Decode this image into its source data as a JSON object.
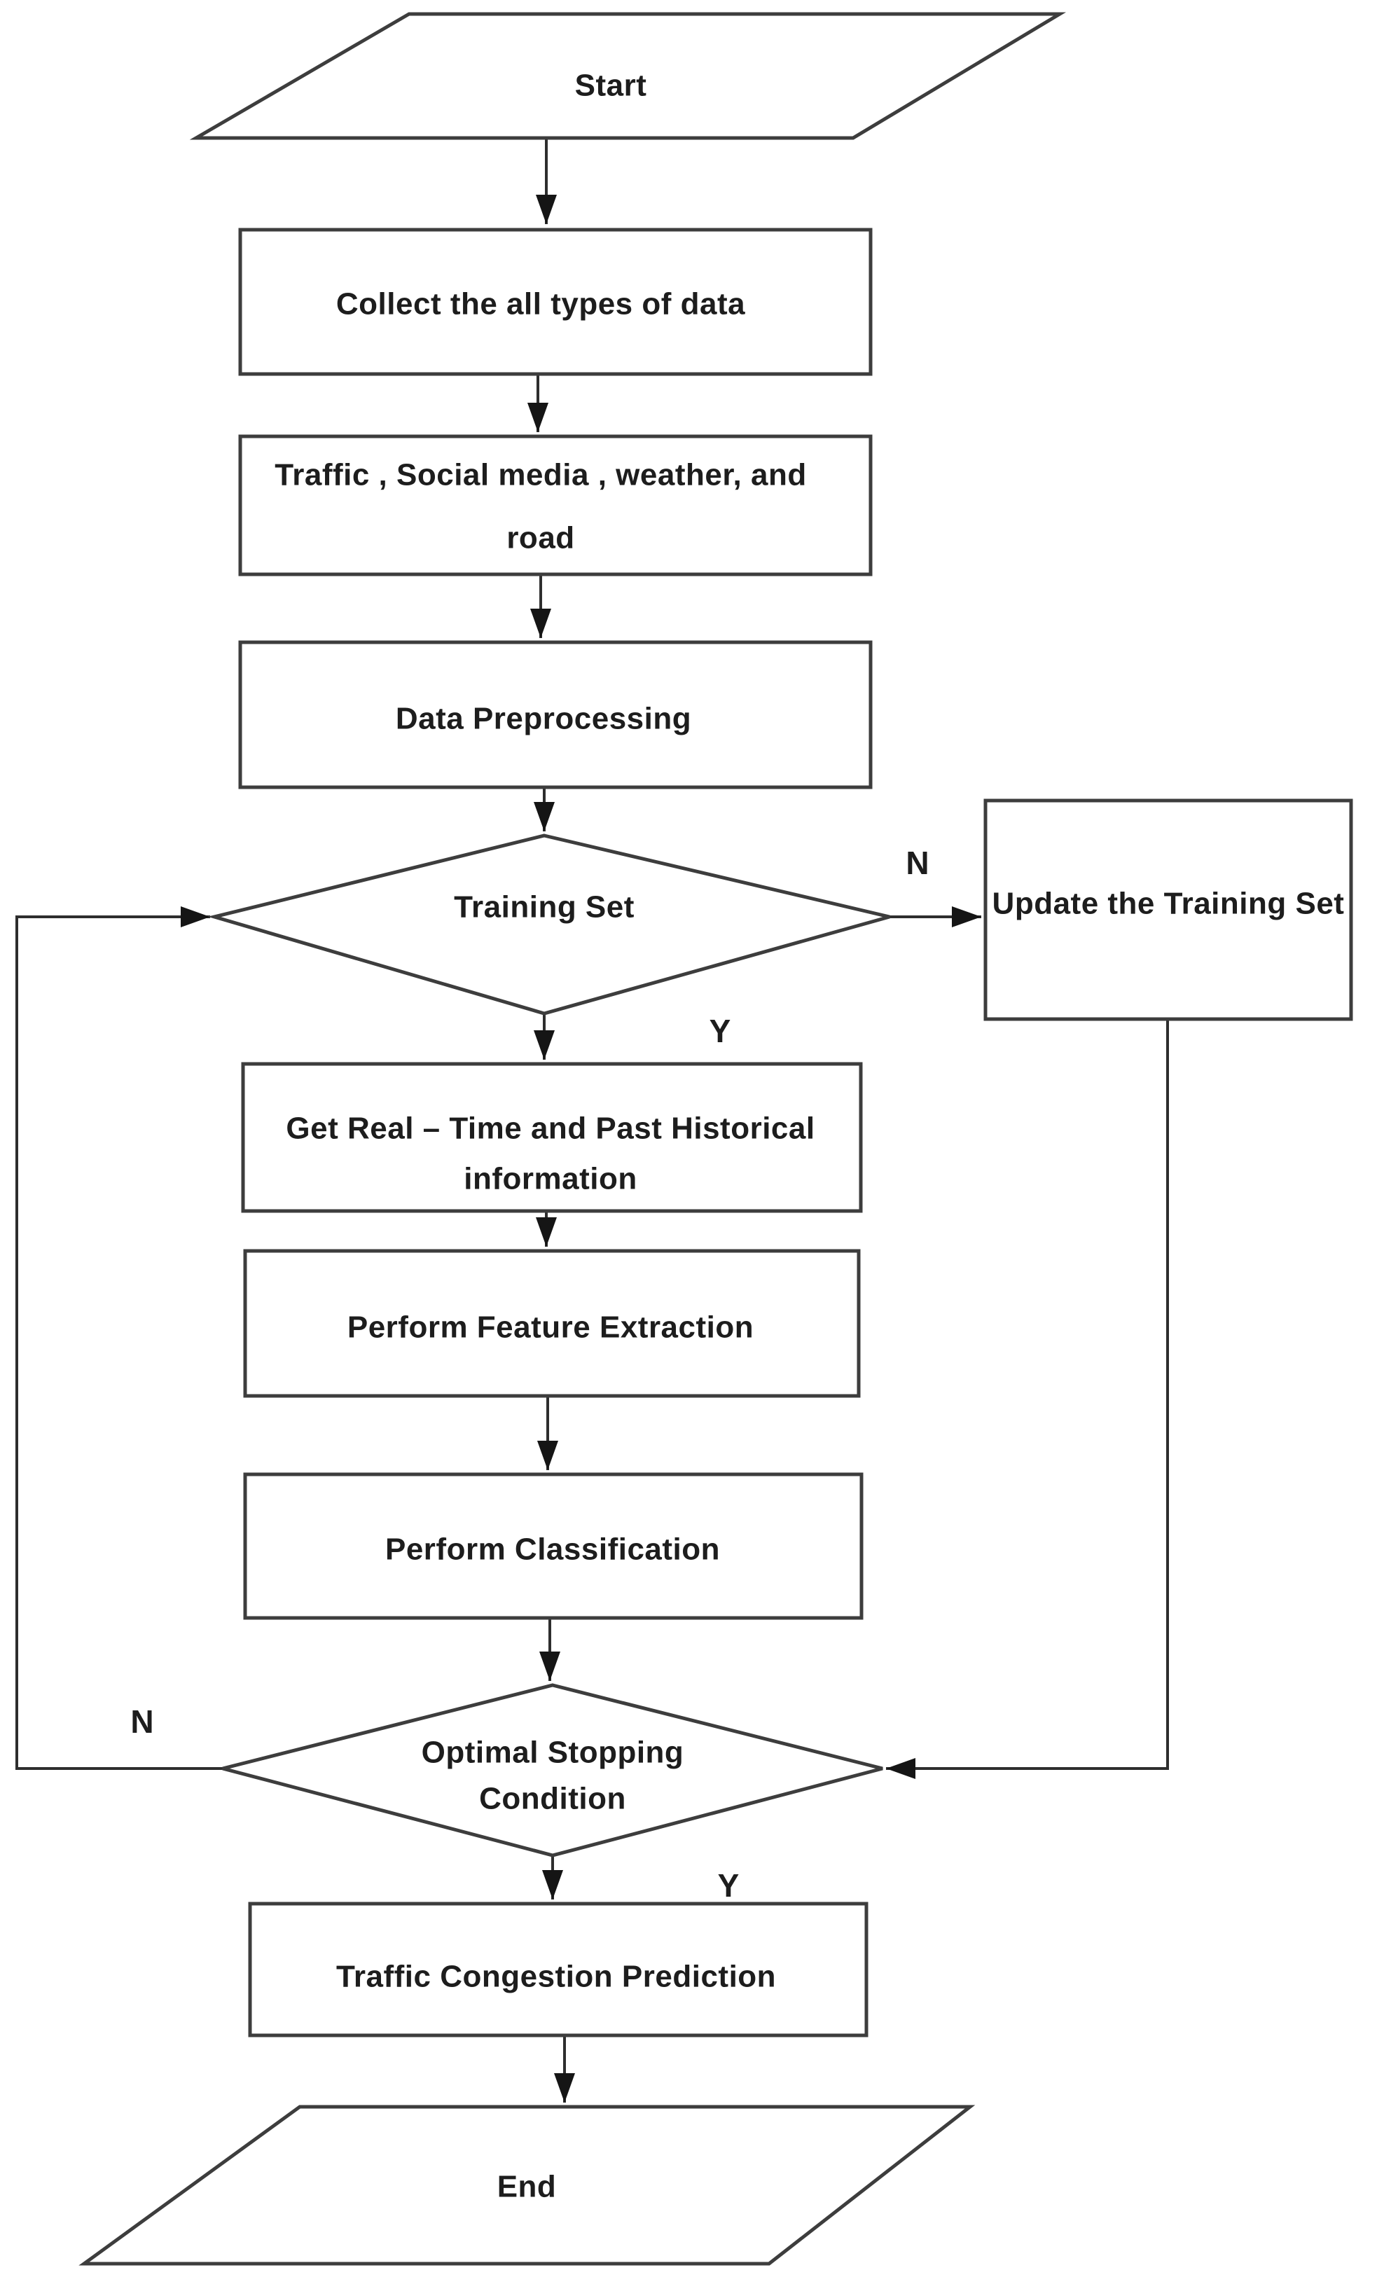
{
  "diagram": {
    "type": "flowchart",
    "colors": {
      "background": "#ffffff",
      "shape_stroke": "#3d3d3d",
      "edge_stroke": "#2e2e2e",
      "text": "#1d1d1d"
    },
    "nodes": {
      "start": {
        "shape": "parallelogram",
        "label": "Start"
      },
      "collect_data": {
        "shape": "process",
        "label": "Collect the all types of data"
      },
      "data_sources": {
        "shape": "process",
        "line1": "Traffic , Social media , weather, and",
        "line2": "road"
      },
      "data_preprocessing": {
        "shape": "process",
        "label": "Data Preprocessing"
      },
      "training_set": {
        "shape": "decision",
        "label": "Training Set"
      },
      "update_training_set": {
        "shape": "process",
        "label": "Update the Training Set"
      },
      "get_real_time": {
        "shape": "process",
        "line1": "Get Real – Time and Past Historical",
        "line2": "information"
      },
      "feature_extraction": {
        "shape": "process",
        "label": "Perform Feature Extraction"
      },
      "classification": {
        "shape": "process",
        "label": "Perform Classification"
      },
      "optimal_stopping": {
        "shape": "decision",
        "line1": "Optimal Stopping",
        "line2": "Condition"
      },
      "congestion_prediction": {
        "shape": "process",
        "label": "Traffic Congestion Prediction"
      },
      "end": {
        "shape": "parallelogram",
        "label": "End"
      }
    },
    "branch_labels": {
      "training_no": "N",
      "training_yes": "Y",
      "optimal_no": "N",
      "optimal_yes": "Y"
    }
  }
}
